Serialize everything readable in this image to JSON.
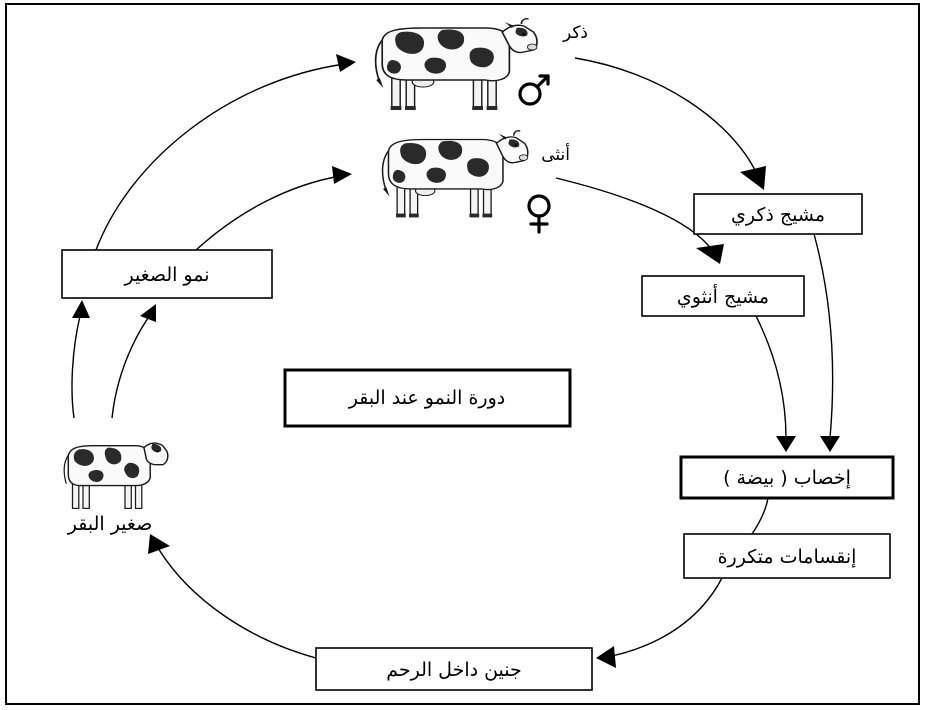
{
  "diagram": {
    "center_title": "دورة النمو عند البقر",
    "male_label": "ذكر",
    "female_label": "أنثى",
    "male_gamete": "مشيج ذكري",
    "female_gamete": "مشيج أنثوي",
    "fertilization": "إخصاب ( بيضة )",
    "divisions": "إنقسامات متكررة",
    "embryo": "جنين داخل الرحم",
    "calf": "صغير البقر",
    "growth": "نمو الصغير"
  },
  "symbols": {
    "male": "male-symbol",
    "female": "female-symbol"
  },
  "colors": {
    "ink": "#000000",
    "paper": "#ffffff",
    "cow_spot": "#2a2a2a"
  }
}
